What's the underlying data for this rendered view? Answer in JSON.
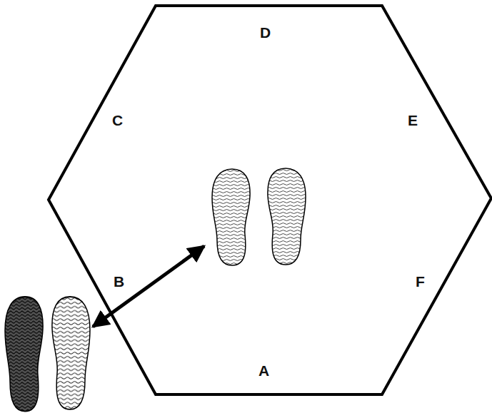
{
  "diagram": {
    "labels": [
      "D",
      "C",
      "E",
      "B",
      "F",
      "A"
    ]
  }
}
